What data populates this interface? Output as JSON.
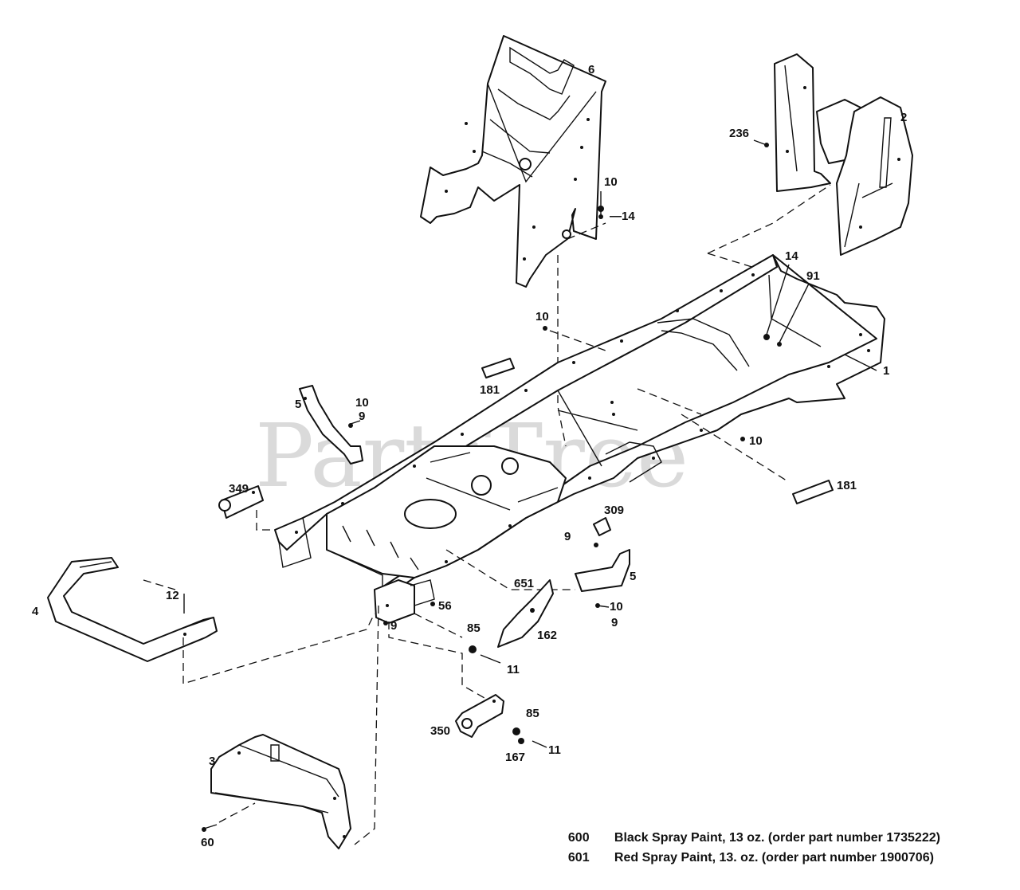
{
  "watermark": "PartsTree",
  "callouts": {
    "c6": "6",
    "c2": "2",
    "c236": "236",
    "c10a": "10",
    "c14a": "—14",
    "c14b": "14",
    "c91": "91",
    "c10b": "10",
    "c1": "1",
    "c181a": "181",
    "c5a": "5",
    "c10c": "10",
    "c9a": "9",
    "c10d": "10",
    "c181b": "181",
    "c349": "349",
    "c309": "309",
    "c9b": "9",
    "c12": "12",
    "c4": "4",
    "c5b": "5",
    "c651": "651",
    "c56": "56",
    "c10e": "10",
    "c9c": "9",
    "c162": "162",
    "c9d": "9",
    "c85a": "85",
    "c11a": "11",
    "c350": "350",
    "c85b": "85",
    "c11b": "11",
    "c167": "167",
    "c3": "3",
    "c60": "60"
  },
  "notes": [
    {
      "code": "600",
      "text": "Black Spray Paint, 13 oz. (order part number 1735222)"
    },
    {
      "code": "601",
      "text": "Red Spray Paint, 13. oz. (order part number 1900706)"
    }
  ]
}
